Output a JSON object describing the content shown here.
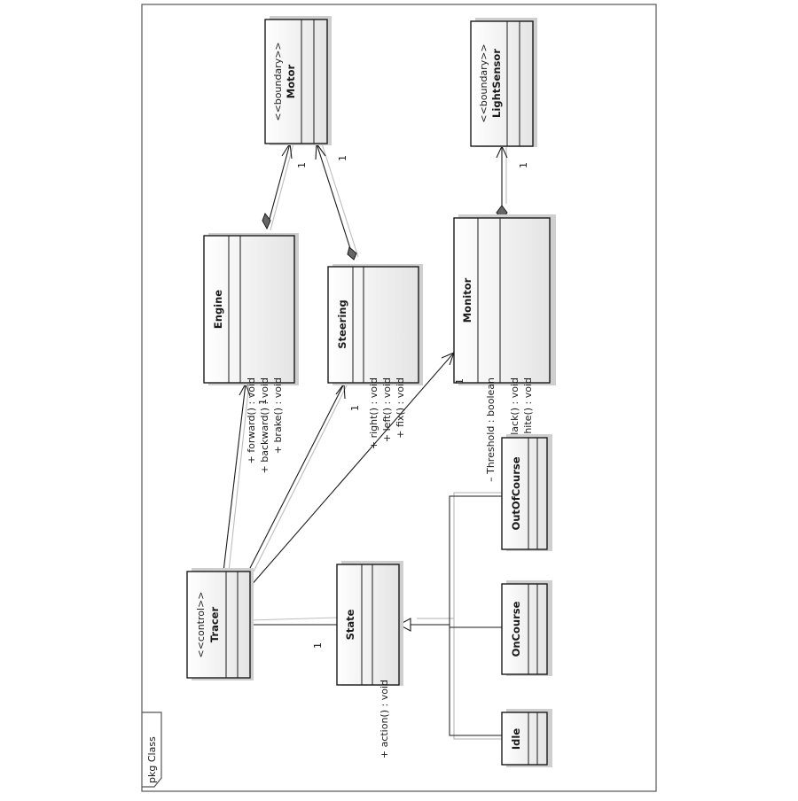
{
  "package": {
    "label": "pkg Class"
  },
  "classes": {
    "motor": {
      "stereotype": "<<boundary>>",
      "name": "Motor"
    },
    "lightsensor": {
      "stereotype": "<<boundary>>",
      "name": "LightSensor"
    },
    "engine": {
      "name": "Engine",
      "operations": [
        "+ forward() : void",
        "+ backward() : void",
        "+ brake() : void"
      ]
    },
    "steering": {
      "name": "Steering",
      "operations": [
        "+ right() : void",
        "+ left() : void",
        "+ fix() : void"
      ]
    },
    "monitor": {
      "name": "Monitor",
      "attributes": [
        "– Threshold : boolean"
      ],
      "operations": [
        "+ isBlack() : void",
        "+ isWhite() : void"
      ]
    },
    "tracer": {
      "stereotype": "<<control>>",
      "name": "Tracer"
    },
    "state": {
      "name": "State",
      "operations": [
        "+ action() : void"
      ]
    },
    "outofcourse": {
      "name": "OutOfCourse"
    },
    "oncourse": {
      "name": "OnCourse"
    },
    "idle": {
      "name": "Idle"
    }
  },
  "multiplicities": {
    "engine_motor": "1",
    "steering_motor": "1",
    "monitor_lightsensor": "1",
    "tracer_engine": "1",
    "tracer_steering": "1",
    "tracer_monitor": "1",
    "tracer_state": "1"
  }
}
